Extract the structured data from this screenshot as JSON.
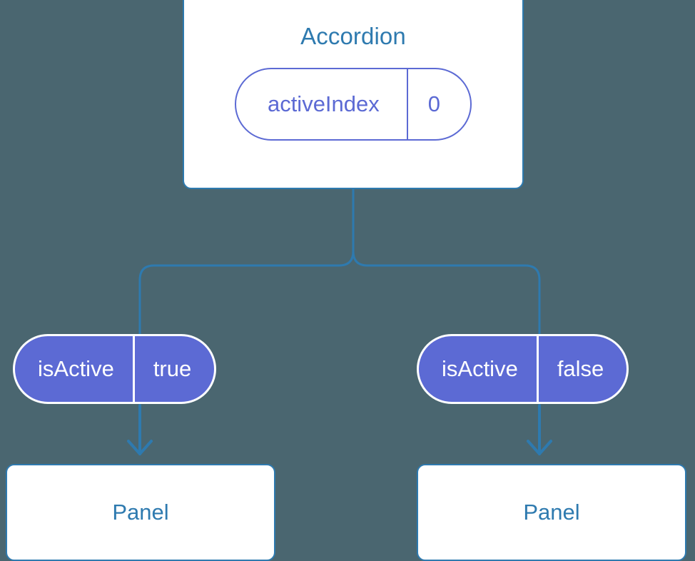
{
  "diagram": {
    "type": "component-tree",
    "background_color": "#4a6670",
    "accent_color": "#2e7aaf",
    "state_color": "#5c6ad4",
    "root": {
      "title": "Accordion",
      "state": {
        "key": "activeIndex",
        "value": "0"
      }
    },
    "branches": [
      {
        "side": "left",
        "prop": {
          "key": "isActive",
          "value": "true"
        },
        "child": {
          "title": "Panel"
        }
      },
      {
        "side": "right",
        "prop": {
          "key": "isActive",
          "value": "false"
        },
        "child": {
          "title": "Panel"
        }
      }
    ],
    "connectors": {
      "tree_edge_color": "#2e7aaf",
      "arrow_color": "#2e7aaf",
      "arrow_head": "chevron-down"
    }
  }
}
